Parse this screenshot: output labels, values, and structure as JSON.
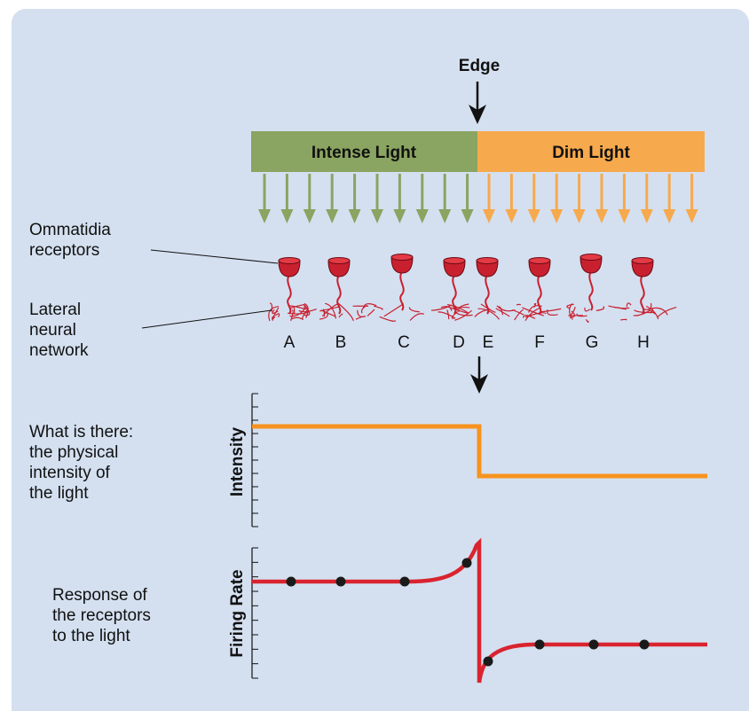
{
  "edge_label": "Edge",
  "bar": {
    "intense_label": "Intense Light",
    "dim_label": "Dim Light",
    "intense_color": "#8aa461",
    "dim_color": "#f7a94d"
  },
  "ommatidia_label": [
    "Ommatidia",
    "receptors"
  ],
  "network_label": [
    "Lateral",
    "neural",
    "network"
  ],
  "receptor_letters": [
    "A",
    "B",
    "C",
    "D",
    "E",
    "F",
    "G",
    "H"
  ],
  "physical_label": [
    "What is there:",
    "the physical",
    "intensity of",
    "the light"
  ],
  "response_label": [
    "Response of",
    "the receptors",
    "to the light"
  ],
  "chart_data": [
    {
      "type": "line",
      "ylabel": "Intensity",
      "series": [
        {
          "shape": "step",
          "high_then_low": [
            1,
            0
          ]
        }
      ],
      "color": "#f7931e"
    },
    {
      "type": "line",
      "ylabel": "Firing Rate",
      "points": [
        "A",
        "B",
        "C",
        "D",
        "E",
        "F",
        "G",
        "H"
      ],
      "color": "#d9242f"
    }
  ],
  "colors": {
    "panel": "#d4e0f0",
    "receptor": "#c9202f",
    "text": "#111111",
    "point": "#1a1a1a"
  }
}
